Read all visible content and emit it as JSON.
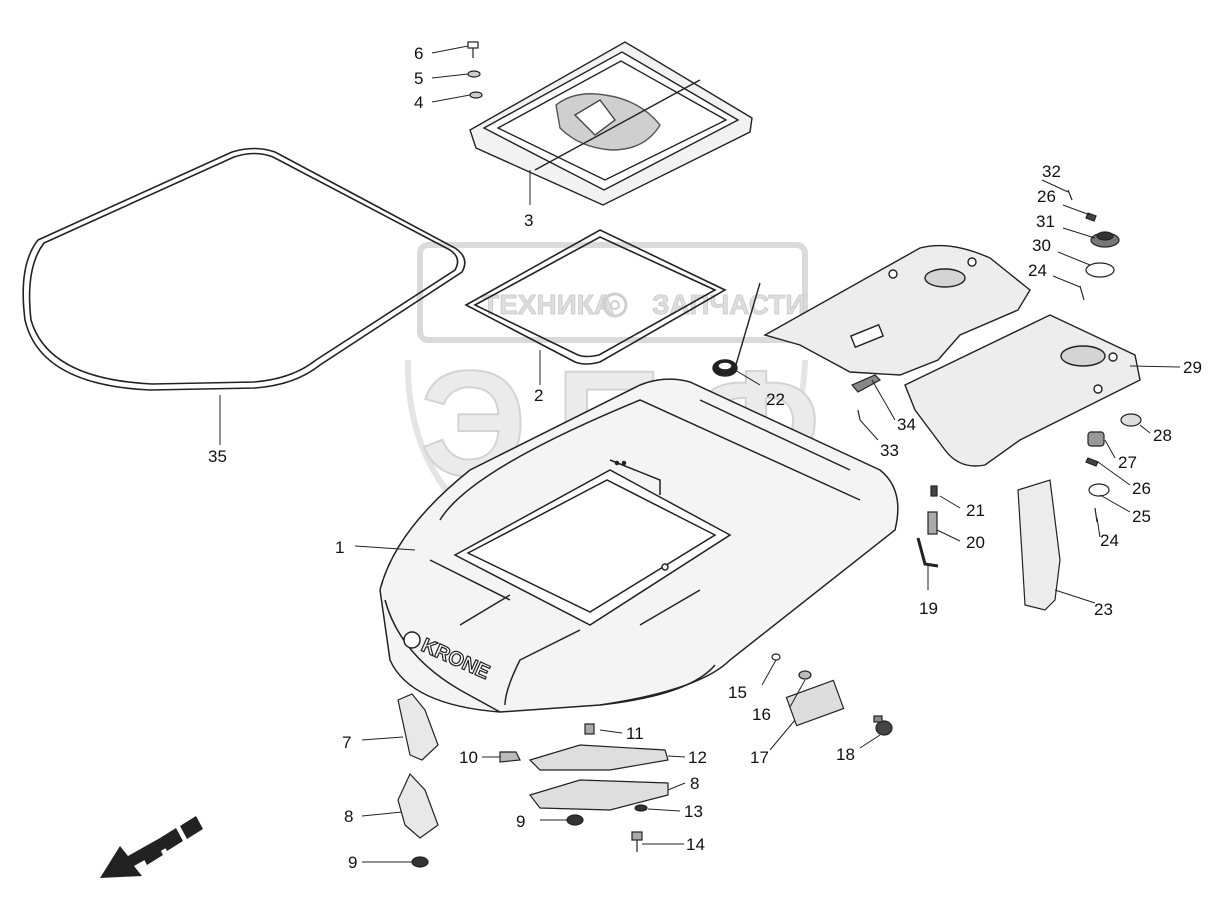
{
  "watermark": {
    "letters": "ЭПФ",
    "line1": "ТЕХНИКА",
    "line2": "ЗАПЧАСТИ"
  },
  "brand": {
    "hood_logo": "KRONE"
  },
  "callouts": [
    {
      "id": "c1",
      "number": "1"
    },
    {
      "id": "c2",
      "number": "2"
    },
    {
      "id": "c3",
      "number": "3"
    },
    {
      "id": "c4",
      "number": "4"
    },
    {
      "id": "c5",
      "number": "5"
    },
    {
      "id": "c6",
      "number": "6"
    },
    {
      "id": "c7",
      "number": "7"
    },
    {
      "id": "c8a",
      "number": "8"
    },
    {
      "id": "c8b",
      "number": "8"
    },
    {
      "id": "c9a",
      "number": "9"
    },
    {
      "id": "c9b",
      "number": "9"
    },
    {
      "id": "c10",
      "number": "10"
    },
    {
      "id": "c11",
      "number": "11"
    },
    {
      "id": "c12",
      "number": "12"
    },
    {
      "id": "c13",
      "number": "13"
    },
    {
      "id": "c14",
      "number": "14"
    },
    {
      "id": "c15",
      "number": "15"
    },
    {
      "id": "c16",
      "number": "16"
    },
    {
      "id": "c17",
      "number": "17"
    },
    {
      "id": "c18",
      "number": "18"
    },
    {
      "id": "c19",
      "number": "19"
    },
    {
      "id": "c20",
      "number": "20"
    },
    {
      "id": "c21",
      "number": "21"
    },
    {
      "id": "c22",
      "number": "22"
    },
    {
      "id": "c23",
      "number": "23"
    },
    {
      "id": "c24a",
      "number": "24"
    },
    {
      "id": "c24b",
      "number": "24"
    },
    {
      "id": "c25",
      "number": "25"
    },
    {
      "id": "c26a",
      "number": "26"
    },
    {
      "id": "c26b",
      "number": "26"
    },
    {
      "id": "c27",
      "number": "27"
    },
    {
      "id": "c28",
      "number": "28"
    },
    {
      "id": "c29",
      "number": "29"
    },
    {
      "id": "c30",
      "number": "30"
    },
    {
      "id": "c31",
      "number": "31"
    },
    {
      "id": "c32",
      "number": "32"
    },
    {
      "id": "c33",
      "number": "33"
    },
    {
      "id": "c34",
      "number": "34"
    },
    {
      "id": "c35",
      "number": "35"
    }
  ],
  "icons": {
    "direction_arrow": "direction-arrow-icon"
  }
}
